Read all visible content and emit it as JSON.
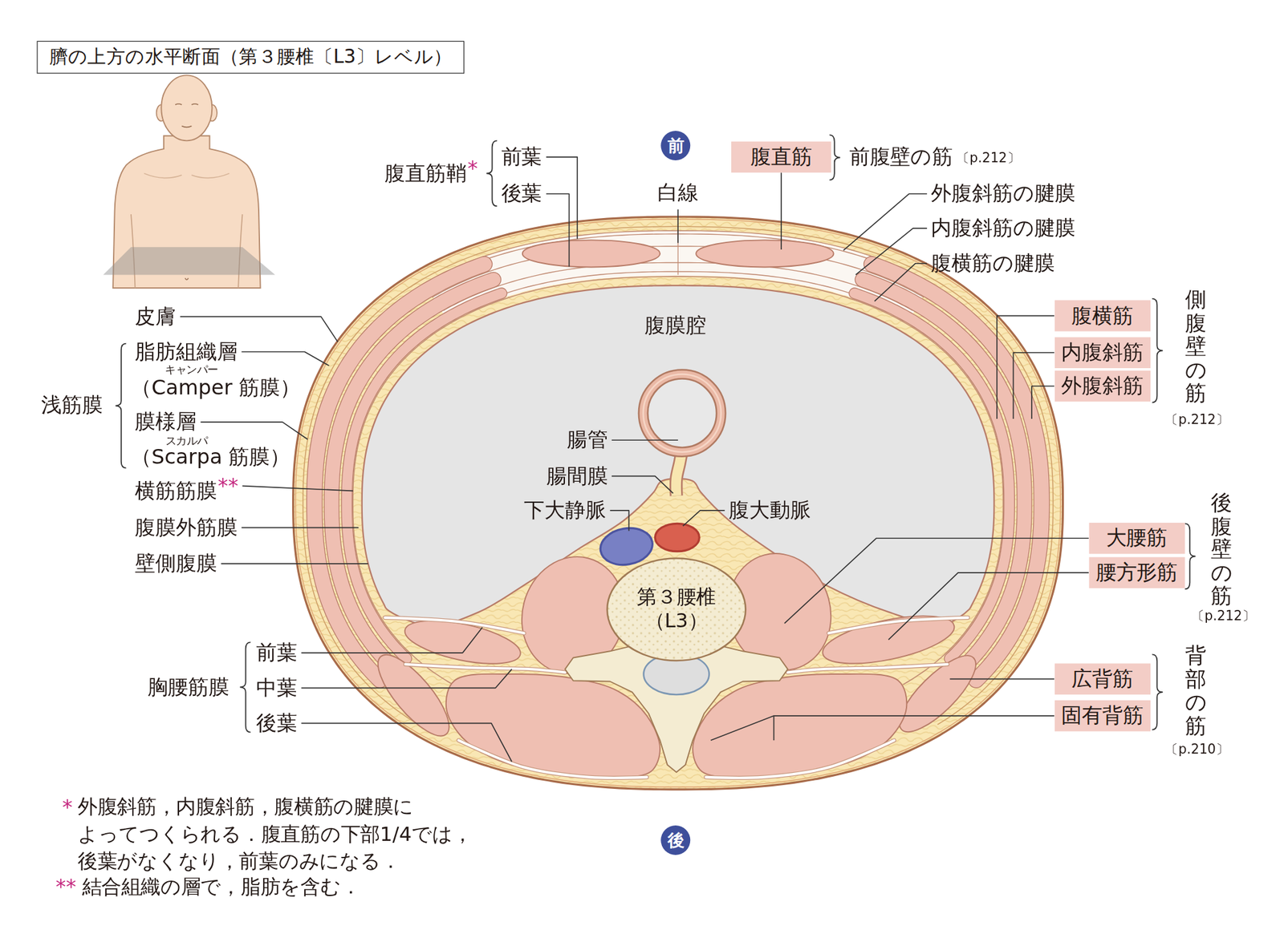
{
  "diagram": {
    "title": "臍の上方の水平断面（第３腰椎〔L3〕レベル）",
    "nodes": [
      {
        "text": [
          "前"
        ]
      },
      {
        "text": [
          "腹直筋"
        ]
      },
      {
        "text": [
          "腹横筋"
        ]
      },
      {
        "text": [
          "内腹斜筋"
        ]
      },
      {
        "text": [
          "外腹斜筋"
        ]
      },
      {
        "text": [
          "第３腰椎",
          "（L3）"
        ]
      },
      {
        "text": [
          "大腰筋"
        ]
      },
      {
        "text": [
          "腰方形筋"
        ]
      },
      {
        "text": [
          "広背筋"
        ]
      },
      {
        "text": [
          "固有背筋"
        ]
      },
      {
        "text": [
          "後"
        ]
      }
    ],
    "labels": [
      "腹直筋鞘",
      "*",
      "前葉",
      "後葉",
      "白線",
      "前腹壁の筋",
      "〔p.212〕",
      "外腹斜筋の腱膜",
      "内腹斜筋の腱膜",
      "腹横筋の腱膜",
      "腹膜腔",
      "皮膚",
      "脂肪組織層",
      "キャンパー",
      "（Camper 筋膜）",
      "浅筋膜",
      "膜様層",
      "スカルパ",
      "（Scarpa 筋膜）",
      "横筋筋膜",
      "**",
      "腹膜外筋膜",
      "壁側腹膜",
      "腸管",
      "腸間膜",
      "下大静脈",
      "腹大動脈",
      "側腹壁の筋",
      "〔p.212〕",
      "後腹壁の筋",
      "〔p.212〕",
      "前葉",
      "中葉",
      "後葉",
      "胸腰筋膜",
      "背部の筋",
      "〔p.210〕",
      "*",
      "外腹斜筋，内腹斜筋，腹横筋の腱膜に よってつくられる．腹直筋の下部1/4では， 後葉がなくなり，前葉のみになる．",
      "**",
      "結合組織の層で，脂肪を含む．"
    ]
  }
}
